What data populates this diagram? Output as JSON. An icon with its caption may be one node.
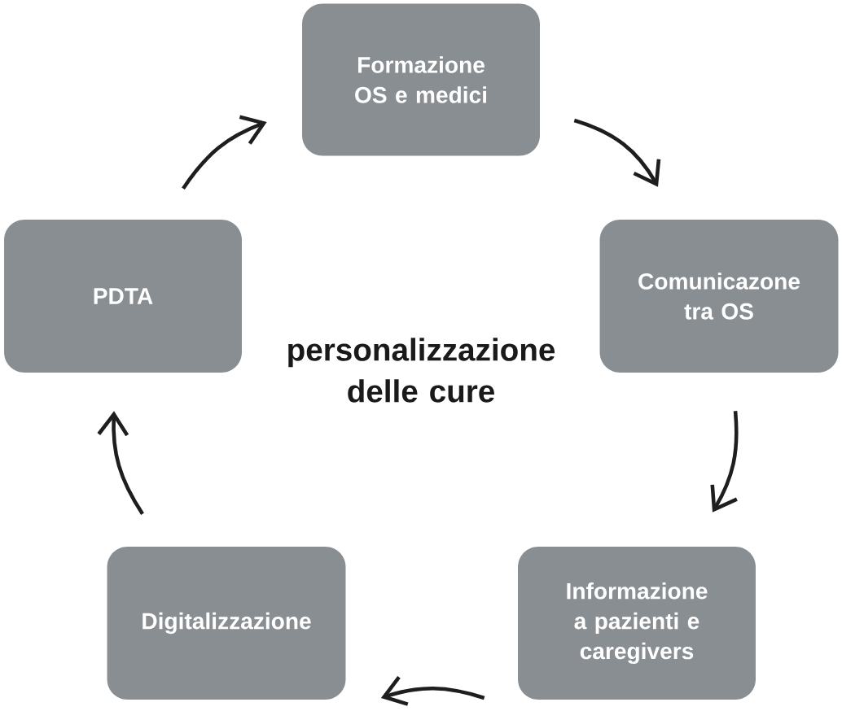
{
  "diagram": {
    "nodes": [
      {
        "text": [
          "Formazione OS e medici"
        ]
      },
      {
        "text": [
          "Comunicazone tra OS"
        ]
      },
      {
        "text": [
          "Informazione a pazienti e caregivers"
        ]
      },
      {
        "text": [
          "Digitalizzazione"
        ]
      },
      {
        "text": [
          "PDTA"
        ]
      }
    ],
    "edges": [
      {
        "from": 0,
        "to": 1,
        "arrow": "to"
      },
      {
        "from": 1,
        "to": 2,
        "arrow": "to"
      },
      {
        "from": 2,
        "to": 3,
        "arrow": "to"
      },
      {
        "from": 3,
        "to": 4,
        "arrow": "to"
      },
      {
        "from": 4,
        "to": 0,
        "arrow": "to"
      }
    ],
    "labels": [
      "personalizzazione delle cure"
    ]
  }
}
